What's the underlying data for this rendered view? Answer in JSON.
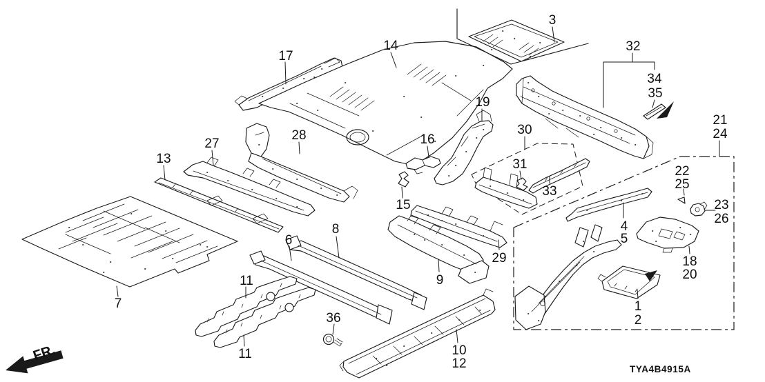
{
  "diagram": {
    "code": "TYA4B4915A",
    "direction_label": "FR.",
    "bg_color": "#ffffff",
    "line_color": "#1a1a1a"
  },
  "labels": [
    "17",
    "14",
    "3",
    "32",
    "34",
    "35",
    "21",
    "24",
    "27",
    "13",
    "28",
    "19",
    "16",
    "30",
    "31",
    "33",
    "22",
    "25",
    "23",
    "26",
    "4",
    "5",
    "18",
    "20",
    "1",
    "2",
    "15",
    "29",
    "9",
    "8",
    "6",
    "11",
    "11",
    "7",
    "36",
    "10",
    "12"
  ]
}
